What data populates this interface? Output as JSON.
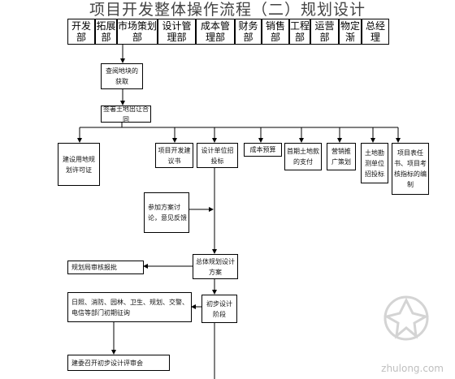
{
  "title": "项目开发整体操作流程（二）规划设计",
  "departments": [
    "开发部",
    "拓展部",
    "市场策划部",
    "设计管理部",
    "成本管理部",
    "财务部",
    "销售部",
    "工程部",
    "运营部",
    "物定渐",
    "总经理"
  ],
  "nodes": {
    "n_land_info": "查阅地块的获取",
    "n_sign_contract": "签署土地出让合同",
    "n_plan_permit": "建设用地规划许可证",
    "n_project_proposal": "项目开发建议书",
    "n_design_bid": "设计单位招投标",
    "n_cost_estimate": "成本预算",
    "n_land_payment": "首期土地款的支付",
    "n_marketing": "营销推广策划",
    "n_survey_bid": "土地勘测单位招投标",
    "n_task_book": "项目表任书、项目考核指标的编制",
    "n_join_discussion": "参加方案讨论，意见反馈",
    "n_plan_review": "规划局审核报批",
    "n_plan_design": "总体规划设计方案",
    "n_prelim_consult": "日照、消防、园林、卫生、规划、交警、电信等部门初期征询",
    "n_prelim_design": "初步设计阶段",
    "n_review_meeting": "建委召开初步设计评审会"
  },
  "watermark": "zhulong.com"
}
